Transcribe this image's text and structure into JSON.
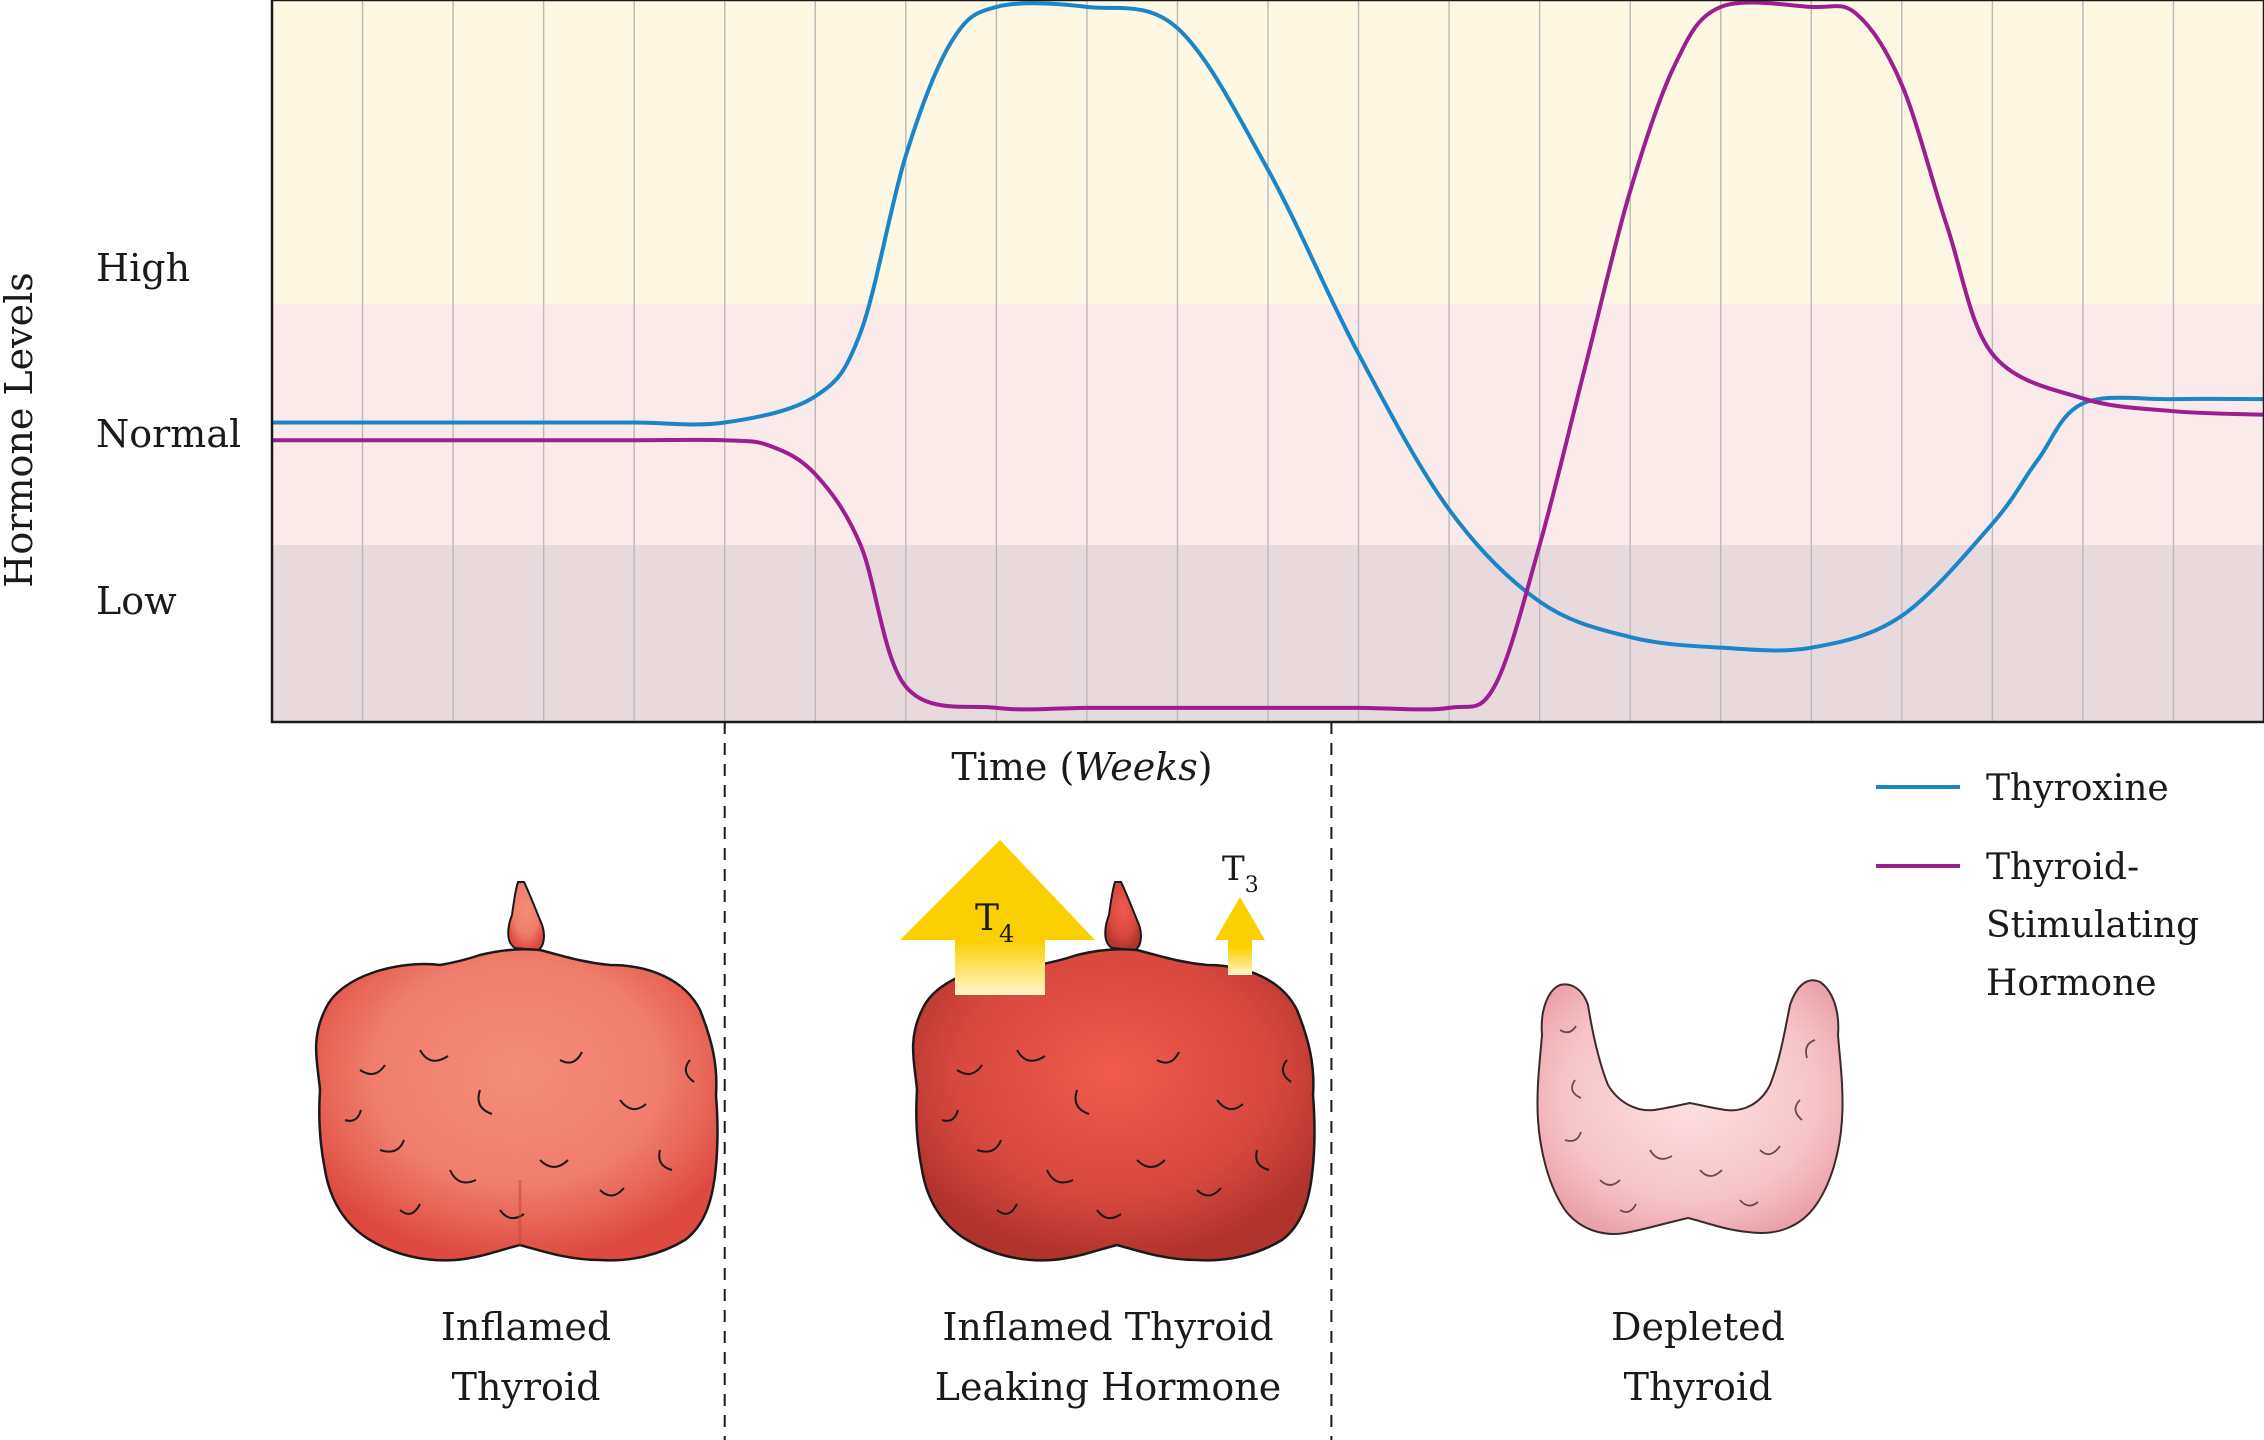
{
  "chart_data": {
    "type": "line",
    "ylabel": "Hormone Levels",
    "xlabel_main": "Time (",
    "xlabel_italic": "Weeks",
    "xlabel_close": ")",
    "y_band_labels": [
      "High",
      "Normal",
      "Low"
    ],
    "grid": true,
    "ylim": [
      0,
      100
    ],
    "xlim": [
      0,
      20
    ],
    "bands": [
      {
        "label": "High",
        "from": 59,
        "to": 100,
        "color": "#fdf7e4"
      },
      {
        "label": "Normal",
        "from": 25,
        "to": 59,
        "color": "#fbeaea"
      },
      {
        "label": "Low",
        "from": 0,
        "to": 25,
        "color": "#e8d9dc"
      }
    ],
    "series": [
      {
        "name": "Thyroxine",
        "color": "#1a86c8",
        "points": [
          [
            0,
            42.3
          ],
          [
            1,
            42.3
          ],
          [
            2,
            42.3
          ],
          [
            3,
            42.3
          ],
          [
            4,
            42.3
          ],
          [
            5,
            42.3
          ],
          [
            6,
            46
          ],
          [
            6.5,
            55
          ],
          [
            7,
            80
          ],
          [
            7.5,
            96
          ],
          [
            8,
            101
          ],
          [
            9,
            101
          ],
          [
            10,
            98
          ],
          [
            11,
            78
          ],
          [
            12,
            52
          ],
          [
            13,
            30
          ],
          [
            14,
            17
          ],
          [
            15,
            12
          ],
          [
            16,
            10.5
          ],
          [
            17,
            10.5
          ],
          [
            18,
            15
          ],
          [
            19,
            28
          ],
          [
            19.5,
            37
          ],
          [
            20,
            45
          ],
          [
            21,
            45.6
          ],
          [
            22,
            45.6
          ]
        ]
      },
      {
        "name": "Thyroid-Stimulating Hormone",
        "color": "#9c1e8f",
        "points": [
          [
            0,
            39.8
          ],
          [
            1,
            39.8
          ],
          [
            2,
            39.8
          ],
          [
            3,
            39.8
          ],
          [
            4,
            39.8
          ],
          [
            5,
            39.8
          ],
          [
            5.5,
            39
          ],
          [
            6,
            35
          ],
          [
            6.5,
            25
          ],
          [
            7,
            5
          ],
          [
            8,
            2
          ],
          [
            9,
            2
          ],
          [
            10,
            2
          ],
          [
            11,
            2
          ],
          [
            12,
            2
          ],
          [
            13,
            2
          ],
          [
            13.5,
            5
          ],
          [
            14,
            25
          ],
          [
            14.5,
            50
          ],
          [
            15,
            75
          ],
          [
            15.5,
            93
          ],
          [
            16,
            101
          ],
          [
            17,
            101
          ],
          [
            17.5,
            100
          ],
          [
            18,
            90
          ],
          [
            18.5,
            70
          ],
          [
            19,
            52
          ],
          [
            20,
            45.7
          ],
          [
            21,
            43.9
          ],
          [
            22,
            43.4
          ]
        ]
      }
    ],
    "phase_dividers_x": [
      5,
      11.7
    ]
  },
  "legend": {
    "thyroxine_label": "Thyroxine",
    "tsh_line1": "Thyroid-",
    "tsh_line2": "Stimulating",
    "tsh_line3": "Hormone",
    "thyroxine_color": "#1a86c8",
    "tsh_color": "#9c1e8f"
  },
  "phases": [
    {
      "line1": "Inflamed",
      "line2": "Thyroid",
      "icon": "inflamed-thyroid-icon",
      "color": "#f07e6c"
    },
    {
      "line1": "Inflamed Thyroid",
      "line2": "Leaking Hormone",
      "icon": "leaking-thyroid-icon",
      "color": "#e0544a"
    },
    {
      "line1": "Depleted",
      "line2": "Thyroid",
      "icon": "depleted-thyroid-icon",
      "color": "#f7c4c8"
    }
  ],
  "arrows": {
    "t4_base": "T",
    "t4_sub": "4",
    "t3_base": "T",
    "t3_sub": "3",
    "color": "#fbd000"
  }
}
